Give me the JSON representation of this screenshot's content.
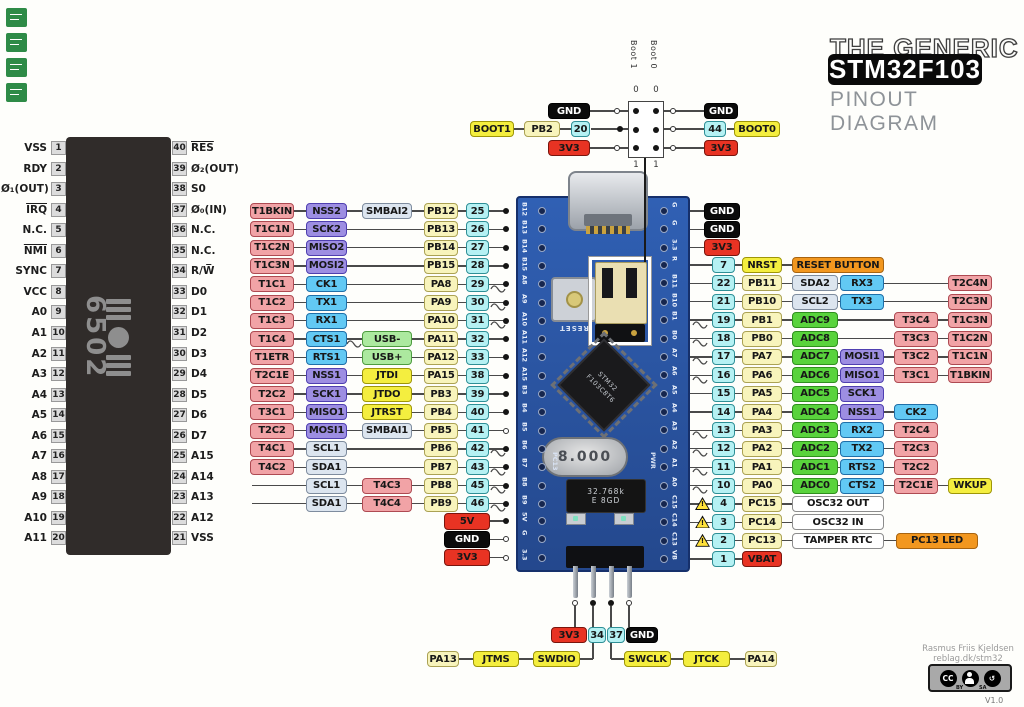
{
  "colors": {
    "timer": "#F1A3A6",
    "spi": "#9D8EE2",
    "uart": "#62C9F4",
    "i2c": "#DCE5EF",
    "adc": "#59D33C",
    "usb": "#ACE99F",
    "jtag_yellow": "#F4EE3F",
    "port": "#F8F4BC",
    "pin_cyan": "#B5F1F3",
    "power_red": "#E83323",
    "ground": "#0B0B0B",
    "orange": "#F2971F",
    "board_blue": "#2C54A0",
    "tile_green": "#2E8B47"
  },
  "title": {
    "line1": "THE GENERIC",
    "line2": "STM32F103",
    "line3": "PINOUT DIAGRAM"
  },
  "credit": {
    "author": "Rasmus Friis Kjeldsen",
    "site": "reblag.dk/stm32",
    "version": "V1.0",
    "cc": "CC",
    "by": "BY",
    "sa": "SA",
    "sa_icon": "↺"
  },
  "mos6502": {
    "chip_text": "6502",
    "left_pins": [
      {
        "label": "VSS",
        "num": "1"
      },
      {
        "label": "RDY",
        "num": "2"
      },
      {
        "label": "Ø₁(OUT)",
        "num": "3"
      },
      {
        "label": "IRQ",
        "num": "4",
        "overline": true
      },
      {
        "label": "N.C.",
        "num": "5"
      },
      {
        "label": "NMI",
        "num": "6",
        "overline": true
      },
      {
        "label": "SYNC",
        "num": "7"
      },
      {
        "label": "VCC",
        "num": "8"
      },
      {
        "label": "A0",
        "num": "9"
      },
      {
        "label": "A1",
        "num": "10"
      },
      {
        "label": "A2",
        "num": "11"
      },
      {
        "label": "A3",
        "num": "12"
      },
      {
        "label": "A4",
        "num": "13"
      },
      {
        "label": "A5",
        "num": "14"
      },
      {
        "label": "A6",
        "num": "15"
      },
      {
        "label": "A7",
        "num": "16"
      },
      {
        "label": "A8",
        "num": "17"
      },
      {
        "label": "A9",
        "num": "18"
      },
      {
        "label": "A10",
        "num": "19"
      },
      {
        "label": "A11",
        "num": "20"
      }
    ],
    "right_pins": [
      {
        "label": "RES",
        "num": "40",
        "overline": true
      },
      {
        "label": "Ø₂(OUT)",
        "num": "39"
      },
      {
        "label": "S0",
        "num": "38"
      },
      {
        "label": "Ø₀(IN)",
        "num": "37"
      },
      {
        "label": "N.C.",
        "num": "36"
      },
      {
        "label": "N.C.",
        "num": "35"
      },
      {
        "label": "R/W̅",
        "num": "34"
      },
      {
        "label": "D0",
        "num": "33"
      },
      {
        "label": "D1",
        "num": "32"
      },
      {
        "label": "D2",
        "num": "31"
      },
      {
        "label": "D3",
        "num": "30"
      },
      {
        "label": "D4",
        "num": "29"
      },
      {
        "label": "D5",
        "num": "28"
      },
      {
        "label": "D6",
        "num": "27"
      },
      {
        "label": "D7",
        "num": "26"
      },
      {
        "label": "A15",
        "num": "25"
      },
      {
        "label": "A14",
        "num": "24"
      },
      {
        "label": "A13",
        "num": "23"
      },
      {
        "label": "A12",
        "num": "22"
      },
      {
        "label": "VSS",
        "num": "21"
      }
    ]
  },
  "top_header": {
    "left": {
      "boot": "BOOT1",
      "port": "PB2",
      "gnd": "GND",
      "pin": "20",
      "pwr": "3V3"
    },
    "right": {
      "gnd": "GND",
      "pin": "44",
      "boot": "BOOT0",
      "pwr": "3V3"
    },
    "jumper_left_label": "Boot 1",
    "jumper_right_label": "Boot 0",
    "pos_top_left": "0",
    "pos_top_right": "0",
    "pos_bottom_left": "1",
    "pos_bottom_right": "1"
  },
  "bottom_header": {
    "pwr": "3V3",
    "pin_a": "34",
    "pin_b": "37",
    "gnd": "GND",
    "row": [
      "PA13",
      "JTMS",
      "SWDIO",
      "SWCLK",
      "JTCK",
      "PA14"
    ]
  },
  "left_block": {
    "rows": [
      {
        "timer": "T1BKIN",
        "col2": "NSS2",
        "col2_type": "spi",
        "col3": "SMBAI2",
        "col3_type": "i2c",
        "port": "PB12",
        "pin": "25"
      },
      {
        "timer": "T1C1N",
        "col2": "SCK2",
        "col2_type": "spi",
        "port": "PB13",
        "pin": "26"
      },
      {
        "timer": "T1C2N",
        "col2": "MISO2",
        "col2_type": "spi",
        "port": "PB14",
        "pin": "27"
      },
      {
        "timer": "T1C3N",
        "col2": "MOSI2",
        "col2_type": "spi",
        "port": "PB15",
        "pin": "28"
      },
      {
        "timer": "T1C1",
        "col2": "CK1",
        "col2_type": "uart",
        "port": "PA8",
        "pin": "29",
        "squiggle": true
      },
      {
        "timer": "T1C2",
        "col2": "TX1",
        "col2_type": "uart",
        "port": "PA9",
        "pin": "30",
        "squiggle": true
      },
      {
        "timer": "T1C3",
        "col2": "RX1",
        "col2_type": "uart",
        "port": "PA10",
        "pin": "31",
        "squiggle": true
      },
      {
        "timer": "T1C4",
        "col2": "CTS1",
        "col2_type": "uart",
        "col3": "USB-",
        "col3_type": "usb",
        "port": "PA11",
        "pin": "32",
        "squiggle_mid": true
      },
      {
        "timer": "T1ETR",
        "col2": "RTS1",
        "col2_type": "uart",
        "col3": "USB+",
        "col3_type": "usb",
        "port": "PA12",
        "pin": "33"
      },
      {
        "timer": "T2C1E",
        "col2": "NSS1",
        "col2_type": "spi",
        "col3": "JTDI",
        "col3_type": "jtag",
        "port": "PA15",
        "pin": "38"
      },
      {
        "timer": "T2C2",
        "col2": "SCK1",
        "col2_type": "spi",
        "col3": "JTDO",
        "col3_type": "jtag",
        "port": "PB3",
        "pin": "39"
      },
      {
        "timer": "T3C1",
        "col2": "MISO1",
        "col2_type": "spi",
        "col3": "JTRST",
        "col3_type": "jtag",
        "port": "PB4",
        "pin": "40"
      },
      {
        "timer": "T2C2",
        "col2": "MOSI1",
        "col2_type": "spi",
        "col3": "SMBAI1",
        "col3_type": "i2c",
        "port": "PB5",
        "pin": "41",
        "open_end": true
      },
      {
        "timer": "T4C1",
        "col2": "SCL1",
        "col2_type": "i2c",
        "port": "PB6",
        "pin": "42",
        "squiggle": true
      },
      {
        "timer": "T4C2",
        "col2": "SDA1",
        "col2_type": "i2c",
        "port": "PB7",
        "pin": "43",
        "squiggle": true
      },
      {
        "col2": "SCL1",
        "col2_type": "i2c",
        "col3": "T4C3",
        "col3_type": "tim",
        "port": "PB8",
        "pin": "45",
        "squiggle": true
      },
      {
        "col2": "SDA1",
        "col2_type": "i2c",
        "col3": "T4C4",
        "col3_type": "tim",
        "port": "PB9",
        "pin": "46",
        "squiggle": true
      }
    ],
    "power": [
      {
        "label": "5V",
        "type": "pwr"
      },
      {
        "label": "GND",
        "type": "gnd"
      },
      {
        "label": "3V3",
        "type": "pwr"
      }
    ]
  },
  "right_block": {
    "power": [
      {
        "label": "GND",
        "type": "gnd"
      },
      {
        "label": "GND",
        "type": "gnd"
      },
      {
        "label": "3V3",
        "type": "pwr"
      }
    ],
    "rows": [
      {
        "pin": "7",
        "port": "NRST",
        "port_type": "jtag",
        "wide": "RESET BUTTON",
        "wide_type": "org"
      },
      {
        "pin": "22",
        "port": "PB11",
        "col3": "SDA2",
        "col3_type": "i2c",
        "col4": "RX3",
        "col4_type": "uart",
        "col6": "T2C4N"
      },
      {
        "pin": "21",
        "port": "PB10",
        "col3": "SCL2",
        "col3_type": "i2c",
        "col4": "TX3",
        "col4_type": "uart",
        "col6": "T2C3N"
      },
      {
        "pin": "19",
        "port": "PB1",
        "col3": "ADC9",
        "col3_type": "adc",
        "col5": "T3C4",
        "col6": "T1C3N",
        "squiggle": true
      },
      {
        "pin": "18",
        "port": "PB0",
        "col3": "ADC8",
        "col3_type": "adc",
        "col5": "T3C3",
        "col6": "T1C2N",
        "squiggle": true
      },
      {
        "pin": "17",
        "port": "PA7",
        "col3": "ADC7",
        "col3_type": "adc",
        "col4": "MOSI1",
        "col4_type": "spi",
        "col5": "T3C2",
        "col6": "T1C1N",
        "squiggle": true
      },
      {
        "pin": "16",
        "port": "PA6",
        "col3": "ADC6",
        "col3_type": "adc",
        "col4": "MISO1",
        "col4_type": "spi",
        "col5": "T3C1",
        "col6": "T1BKIN",
        "squiggle": true
      },
      {
        "pin": "15",
        "port": "PA5",
        "col3": "ADC5",
        "col3_type": "adc",
        "col4": "SCK1",
        "col4_type": "spi"
      },
      {
        "pin": "14",
        "port": "PA4",
        "col3": "ADC4",
        "col3_type": "adc",
        "col4": "NSS1",
        "col4_type": "spi",
        "col5": "CK2",
        "col5_type": "uart"
      },
      {
        "pin": "13",
        "port": "PA3",
        "col3": "ADC3",
        "col3_type": "adc",
        "col4": "RX2",
        "col4_type": "uart",
        "col5": "T2C4",
        "squiggle": true
      },
      {
        "pin": "12",
        "port": "PA2",
        "col3": "ADC2",
        "col3_type": "adc",
        "col4": "TX2",
        "col4_type": "uart",
        "col5": "T2C3",
        "squiggle": true
      },
      {
        "pin": "11",
        "port": "PA1",
        "col3": "ADC1",
        "col3_type": "adc",
        "col4": "RTS2",
        "col4_type": "uart",
        "col5": "T2C2",
        "squiggle": true
      },
      {
        "pin": "10",
        "port": "PA0",
        "col3": "ADC0",
        "col3_type": "adc",
        "col4": "CTS2",
        "col4_type": "uart",
        "col5": "T2C1E",
        "col6": "WKUP",
        "col6_type": "jtag",
        "squiggle": true
      },
      {
        "pin": "4",
        "port": "PC15",
        "wide": "OSC32 OUT",
        "wide_type": "wht",
        "warn": true
      },
      {
        "pin": "3",
        "port": "PC14",
        "wide": "OSC32 IN",
        "wide_type": "wht",
        "warn": true
      },
      {
        "pin": "2",
        "port": "PC13",
        "wide": "TAMPER RTC",
        "wide_type": "wht",
        "led": "PC13 LED",
        "warn": true
      },
      {
        "pin": "1",
        "port": "VBAT",
        "port_type": "pwr"
      }
    ]
  },
  "board": {
    "left_edge": [
      "B12",
      "B13",
      "B14",
      "B15",
      "A8",
      "A9",
      "A10",
      "A11",
      "A12",
      "A15",
      "B3",
      "B4",
      "B5",
      "B6",
      "B7",
      "B8",
      "B9",
      "5V",
      "G",
      "3.3"
    ],
    "right_edge": [
      "G",
      "G",
      "3.3",
      "R",
      "B11",
      "B10",
      "B1",
      "B0",
      "A7",
      "A6",
      "A5",
      "A4",
      "A3",
      "A2",
      "A1",
      "A0",
      "C15",
      "C14",
      "C13",
      "VB"
    ],
    "mcu_line1": "STM32",
    "mcu_line2": "F103C8T6",
    "crystal": "8.000",
    "osc_line1": "32.768k",
    "osc_line2": "E 8GD",
    "silk_reset": "RESET",
    "silk_pc13": "PC13",
    "silk_pwr": "PWR"
  }
}
